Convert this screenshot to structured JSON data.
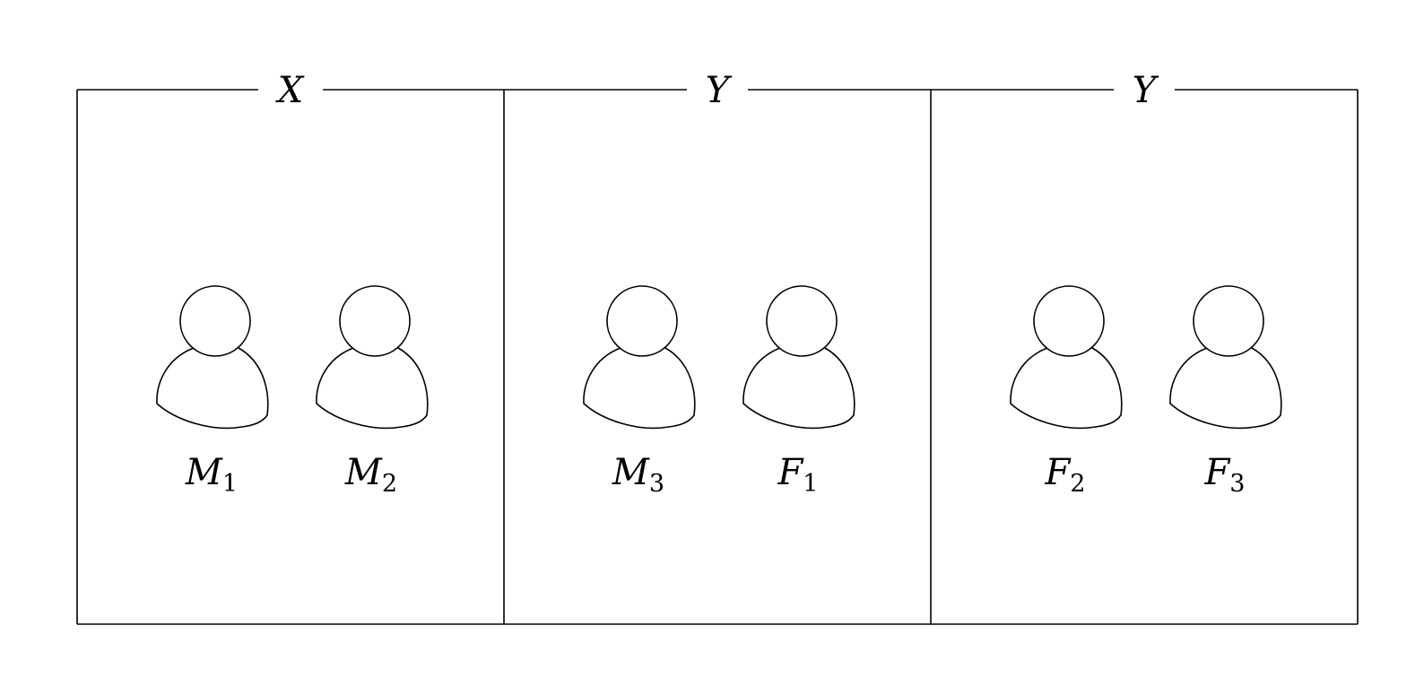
{
  "groups": [
    {
      "title": "X",
      "members": [
        {
          "letter": "M",
          "index": "1"
        },
        {
          "letter": "M",
          "index": "2"
        }
      ]
    },
    {
      "title": "Y",
      "members": [
        {
          "letter": "M",
          "index": "3"
        },
        {
          "letter": "F",
          "index": "1"
        }
      ]
    },
    {
      "title": "Y",
      "members": [
        {
          "letter": "F",
          "index": "2"
        },
        {
          "letter": "F",
          "index": "3"
        }
      ]
    }
  ],
  "colors": {
    "stroke": "#000000",
    "background": "#ffffff"
  },
  "icons": {
    "person": "person-icon"
  }
}
